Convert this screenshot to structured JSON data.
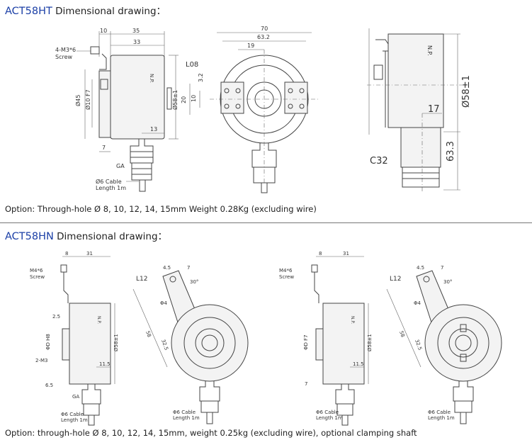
{
  "sections": [
    {
      "model": "ACT58HT",
      "title_suffix": " Dimensional drawing：",
      "caption": "Option: Through-hole Ø 8, 10, 12, 14, 15mm Weight 0.28Kg (excluding wire)",
      "labels": {
        "d10": "10",
        "d35": "35",
        "d33": "33",
        "screw": "4-M3*6",
        "screw2": "Screw",
        "phi45": "Ø45",
        "phi10f7": "Ø10 F7",
        "np": "N.P.",
        "phi58s": "Ø58±1",
        "d13": "13",
        "d7": "7",
        "ga": "GA",
        "cable": "Ø6 Cable",
        "cable_len": "Length 1m",
        "d70": "70",
        "d632": "63.2",
        "d19": "19",
        "l08": "L08",
        "d32": "3.2",
        "d20": "20",
        "d10b": "10",
        "np_big": "N.P.",
        "phi58_big": "Ø58±1",
        "d17": "17",
        "c32": "C32",
        "d633": "63.3"
      }
    },
    {
      "model": "ACT58HN",
      "title_suffix": " Dimensional drawing：",
      "caption": "Option: through-hole Ø 8, 10, 12, 14, 15mm, weight 0.25kg (excluding wire), optional clamping shaft",
      "labels": {
        "d8": "8",
        "d31": "31",
        "screw": "M4*6",
        "screw2": "Screw",
        "d25": "2.5",
        "phid": "ΦD H8",
        "m3": "2-M3",
        "d65": "6.5",
        "np": "N.P.",
        "phi58s": "Ø58±1",
        "d115": "11.5",
        "ga": "GA",
        "cable": "Φ6 Cable",
        "cable_len": "Length 1m",
        "l12": "L12",
        "d45": "4.5",
        "d7": "7",
        "d30": "30°",
        "phi4": "Φ4",
        "d58": "58",
        "d325": "32.5",
        "d8b": "8",
        "d31b": "31",
        "screwb": "M4*6",
        "screw2b": "Screw",
        "phidf7": "ΦD F7",
        "d7b": "7",
        "npb": "N.P.",
        "phi58sb": "Ø58±1",
        "d115b": "11.5",
        "cableb": "Φ6 Cable",
        "cable_lenb": "Length 1m",
        "l12b": "L12",
        "d45b": "4.5",
        "d7c": "7",
        "d30b": "30°",
        "phi4b": "Φ4",
        "d58b": "58",
        "d325b": "32.5"
      }
    }
  ]
}
